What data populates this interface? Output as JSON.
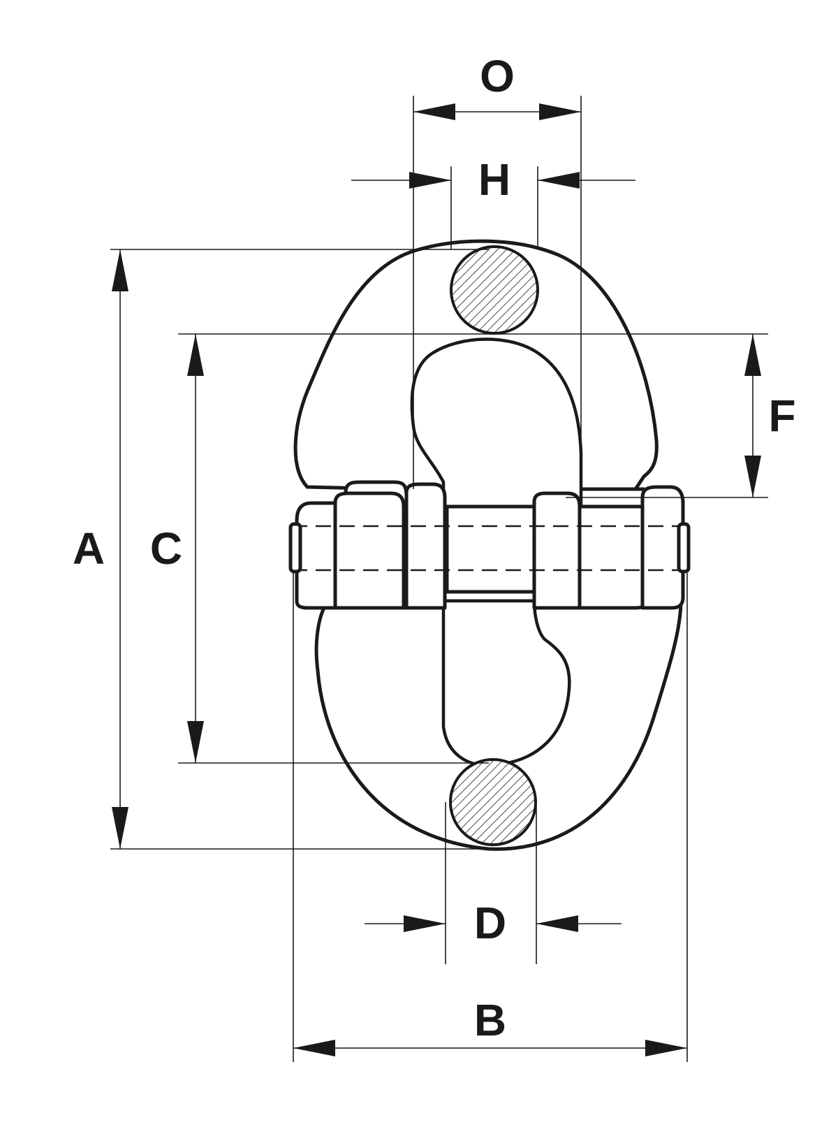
{
  "labels": {
    "O": "O",
    "H": "H",
    "A": "A",
    "C": "C",
    "F": "F",
    "D": "D",
    "B": "B"
  },
  "colors": {
    "line": "#1a1a1a",
    "background": "#ffffff"
  }
}
